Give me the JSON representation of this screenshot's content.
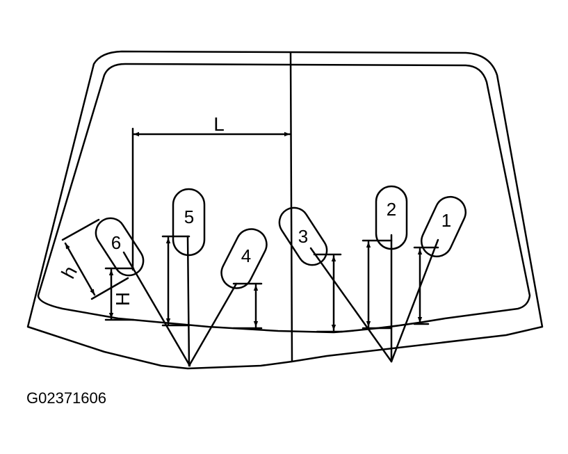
{
  "diagram": {
    "nozzles": [
      {
        "id": "1",
        "label": "1"
      },
      {
        "id": "2",
        "label": "2"
      },
      {
        "id": "3",
        "label": "3"
      },
      {
        "id": "4",
        "label": "4"
      },
      {
        "id": "5",
        "label": "5"
      },
      {
        "id": "6",
        "label": "6"
      }
    ],
    "dimensions": {
      "length": "L",
      "height": "H",
      "offset": "h"
    },
    "figure_code": "G02371606"
  }
}
